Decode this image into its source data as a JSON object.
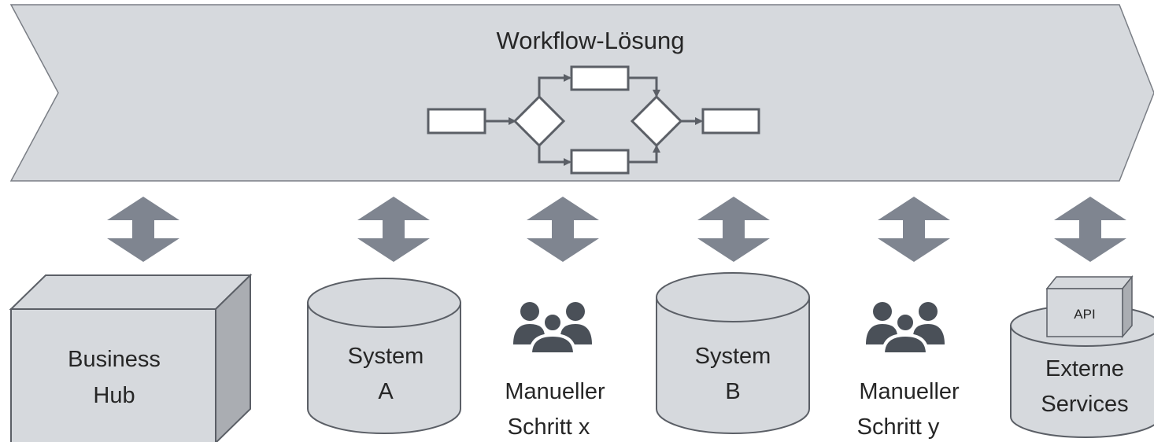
{
  "workflow": {
    "title": "Workflow-Lösung"
  },
  "components": [
    {
      "id": "business-hub",
      "lines": [
        "Business",
        "Hub"
      ]
    },
    {
      "id": "system-a",
      "lines": [
        "System",
        "A"
      ]
    },
    {
      "id": "manual-x",
      "lines": [
        "Manueller",
        "Schritt x"
      ]
    },
    {
      "id": "system-b",
      "lines": [
        "System",
        "B"
      ]
    },
    {
      "id": "manual-y",
      "lines": [
        "Manueller",
        "Schritt y"
      ]
    },
    {
      "id": "external-services",
      "lines": [
        "Externe",
        "Services"
      ],
      "badge": "API"
    }
  ],
  "colors": {
    "banner_fill": "#d6d9dd",
    "stroke": "#5b5f66",
    "arrow_fill": "#7f8590",
    "people_fill": "#4a5058",
    "box_side": "#aaadb2",
    "white": "#ffffff"
  }
}
